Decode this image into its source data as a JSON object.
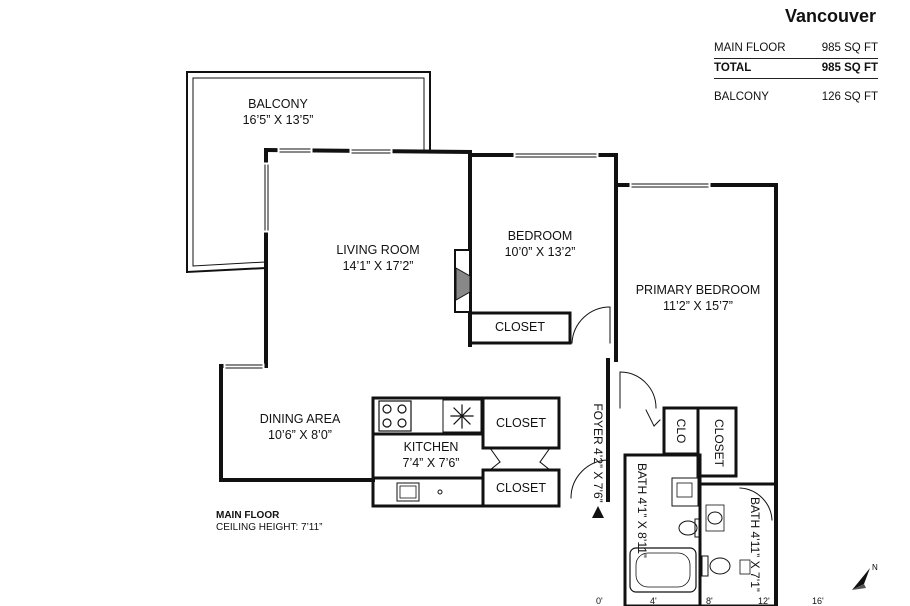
{
  "header": {
    "city": "Vancouver"
  },
  "areas": {
    "main_floor_label": "MAIN FLOOR",
    "main_floor_value": "985 SQ FT",
    "total_label": "TOTAL",
    "total_value": "985 SQ FT",
    "balcony_label": "BALCONY",
    "balcony_value": "126 SQ FT"
  },
  "rooms": {
    "balcony": {
      "name": "BALCONY",
      "size": "16’5” X 13’5”"
    },
    "living": {
      "name": "LIVING ROOM",
      "size": "14’1” X 17’2”"
    },
    "bedroom": {
      "name": "BEDROOM",
      "size": "10’0” X 13’2”"
    },
    "primary": {
      "name": "PRIMARY BEDROOM",
      "size": "11’2” X 15’7”"
    },
    "dining": {
      "name": "DINING AREA",
      "size": "10’6” X 8’0”"
    },
    "kitchen": {
      "name": "KITCHEN",
      "size": "7’4” X 7’6”"
    },
    "closet_bedroom": "CLOSET",
    "closet_upper": "CLOSET",
    "closet_lower": "CLOSET",
    "foyer": "FOYER 4’2” X 7’6”",
    "clo": "CLO",
    "closet_primary": "CLOSET",
    "bath1": "BATH 4’1” X 8’11”",
    "bath2": "BATH 4’11” X 7’1”"
  },
  "floor_info": {
    "name": "MAIN FLOOR",
    "ceiling": "CEILING HEIGHT: 7’11”"
  },
  "compass": {
    "label": "N"
  },
  "scale": {
    "marks": [
      "0'",
      "4'",
      "8'",
      "12'",
      "16'"
    ]
  }
}
